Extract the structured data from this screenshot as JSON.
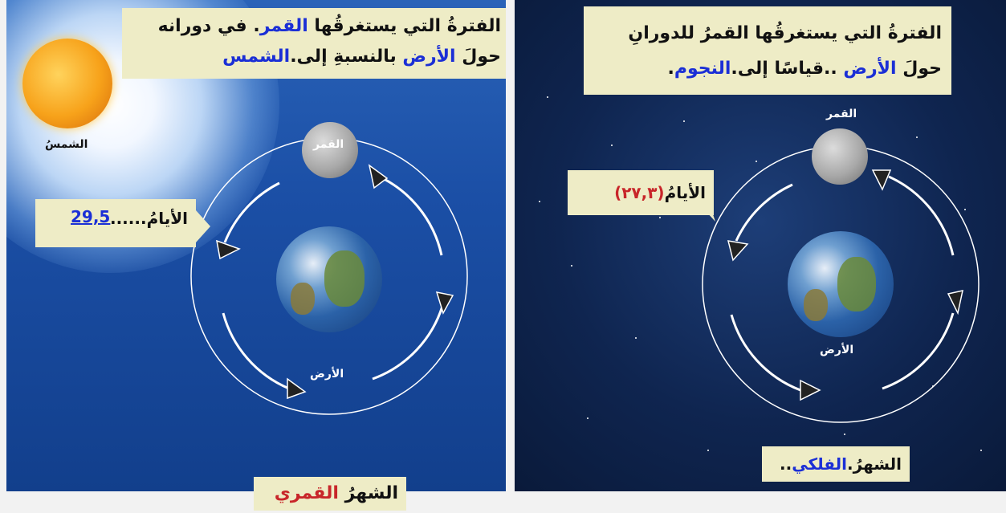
{
  "left_panel": {
    "title_line1_part1": "الفترةُ التي يستغرقُها ",
    "title_line1_moon": "القمر",
    "title_line1_part2": ". في دورانه",
    "title_line2_part1": "حولَ ",
    "title_line2_earth": "الأرض",
    "title_line2_part2": " بالنسبةِ  إلى.",
    "title_line2_sun": "الشمس",
    "sun_label": "الشمسُ",
    "moon_label": "القمر",
    "earth_label": "الأرض",
    "days_prefix": "الأيامُ......",
    "days_value": "29,5",
    "caption_prefix": "الشهرُ ",
    "caption_value": "القمري"
  },
  "right_panel": {
    "title_line1": "الفترةُ التي يستغرقُها القمرُ للدورانِ",
    "title_line2_part1": "حولَ ",
    "title_line2_earth": "الأرض",
    "title_line2_part2": " ..قياسًا إلى.",
    "title_line2_stars": "النجوم",
    "title_line2_end": ".",
    "moon_label": "القمر",
    "earth_label": "الأرض",
    "days_prefix": "الأيامُ",
    "days_value": "(٢٧,٣)",
    "caption_prefix": "الشهرُ.",
    "caption_value": "الفلكي",
    "caption_suffix": ".."
  },
  "colors": {
    "accent_blue": "#1b2fd6",
    "accent_red": "#c8262a",
    "box_fill": "#eeecc6"
  }
}
